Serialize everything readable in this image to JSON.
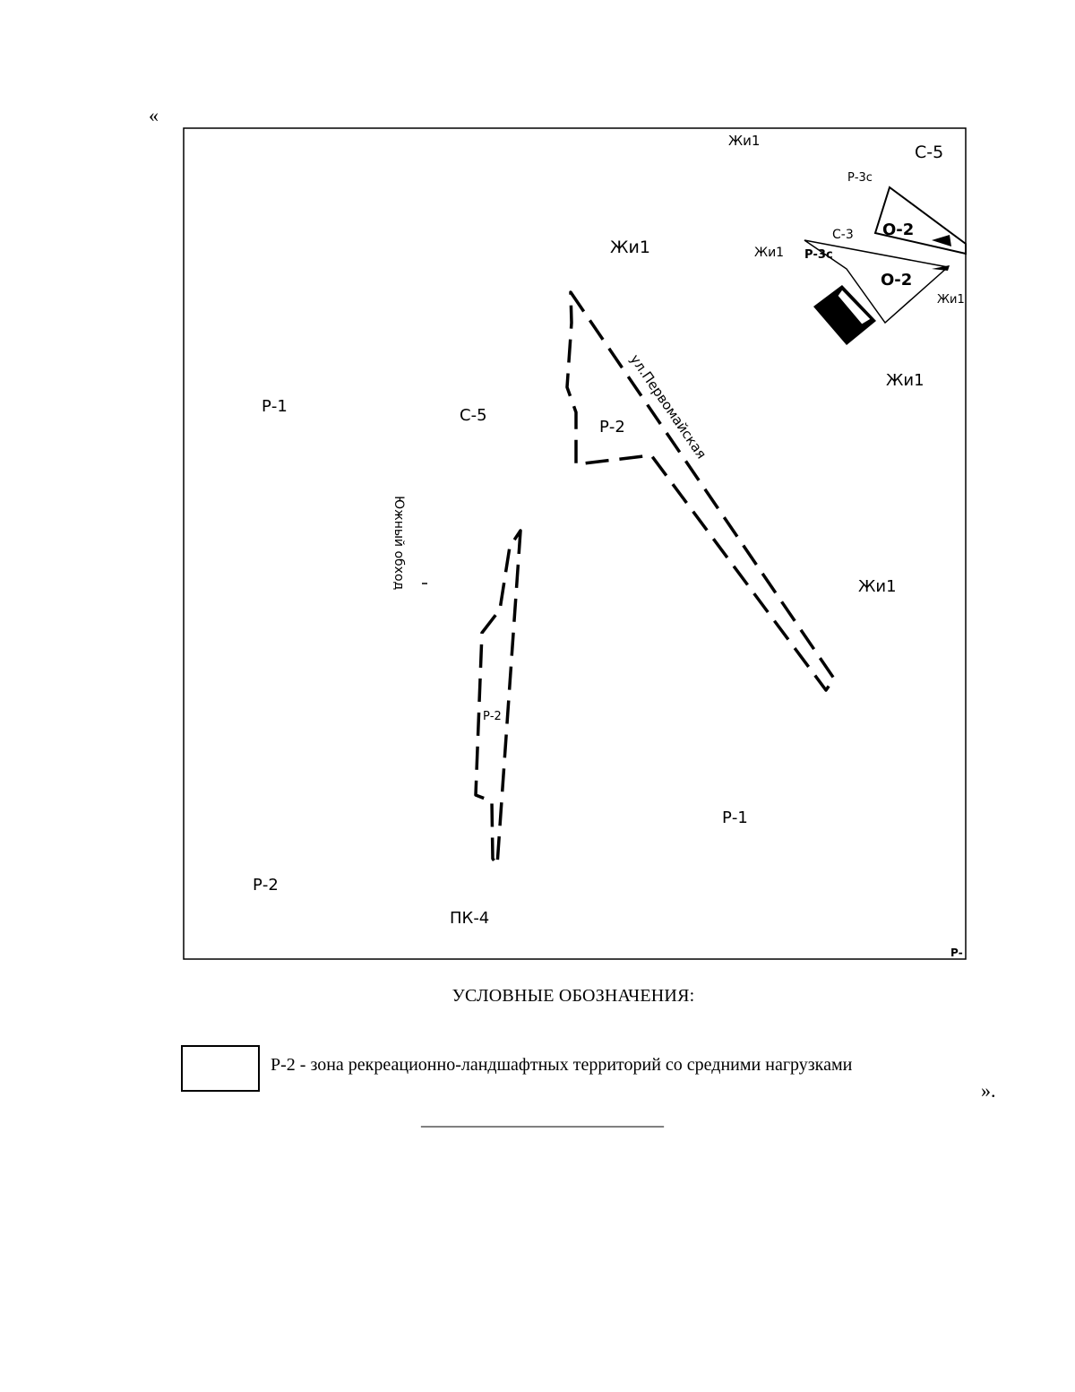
{
  "document": {
    "open_quote": "«",
    "close_quote": "».",
    "rule": "______________________________"
  },
  "map": {
    "labels": {
      "zh1_top": "Жи1",
      "c5_top": "С-5",
      "r3c_top": "Р-3с",
      "o2_a": "О-2",
      "c3": "С-3",
      "zh1_mid_right": "Жи1",
      "r3c_mid": "Р-3с",
      "o2_b": "О-2",
      "zh1_edge": "Жи1",
      "zh1_center_top": "Жи1",
      "zh1_right": "Жи1",
      "r1_left": "Р-1",
      "c5_center": "С-5",
      "r2_zone_upper": "Р-2",
      "street_pervomaiskaya": "ул.Первомайская",
      "street_yuzhny": "Южный обход",
      "zh1_lower_right": "Жи1",
      "r2_zone_lower": "Р-2",
      "r1_bottom": "Р-1",
      "r2_bottom_left": "Р-2",
      "pk4": "ПК-4",
      "r_corner": "Р-"
    }
  },
  "legend": {
    "title": "УСЛОВНЫЕ ОБОЗНАЧЕНИЯ:",
    "items": [
      {
        "text": "Р-2 - зона рекреационно-ландшафтных территорий со средними нагрузками",
        "symbol": "empty-rectangle"
      }
    ]
  }
}
